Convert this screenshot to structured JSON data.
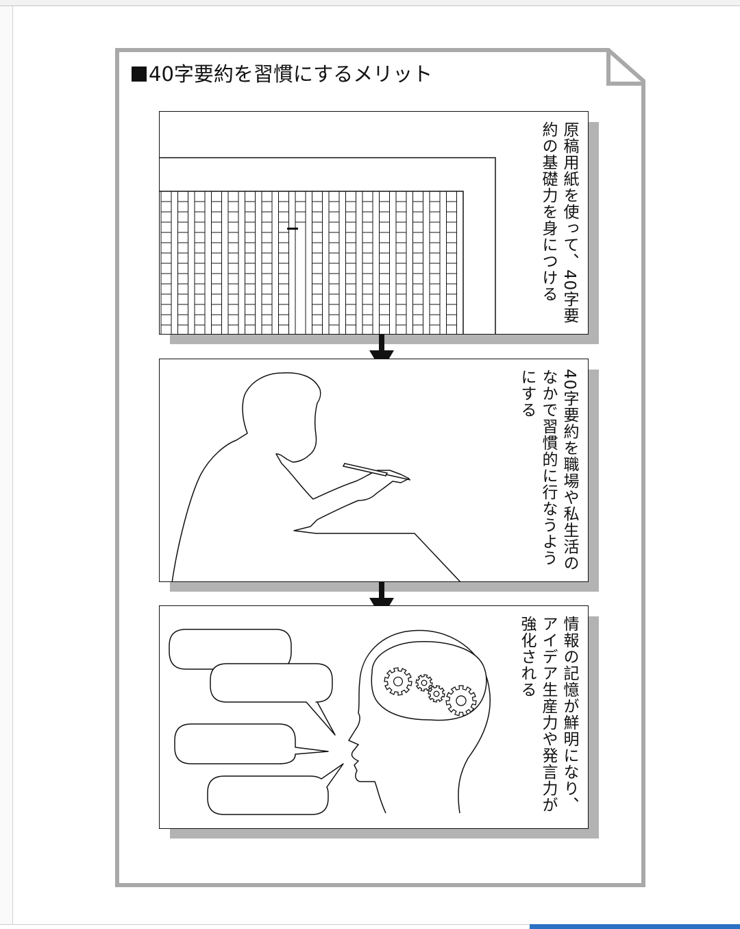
{
  "title": "40字要約を習慣にするメリット",
  "steps": [
    {
      "text": "原稿用紙を使って、40字要約の基礎力を身につける",
      "illustration": "manuscript-paper"
    },
    {
      "text": "40字要約を職場や私生活のなかで習慣的に行なうようにする",
      "illustration": "person-writing"
    },
    {
      "text": "情報の記憶が鮮明になり、アイデア生産力や発言力が強化される",
      "illustration": "head-with-gears-and-speech-bubbles"
    }
  ],
  "colors": {
    "frame": "#a9a9a9",
    "shadow": "#b3b3b3",
    "ink": "#111111"
  }
}
